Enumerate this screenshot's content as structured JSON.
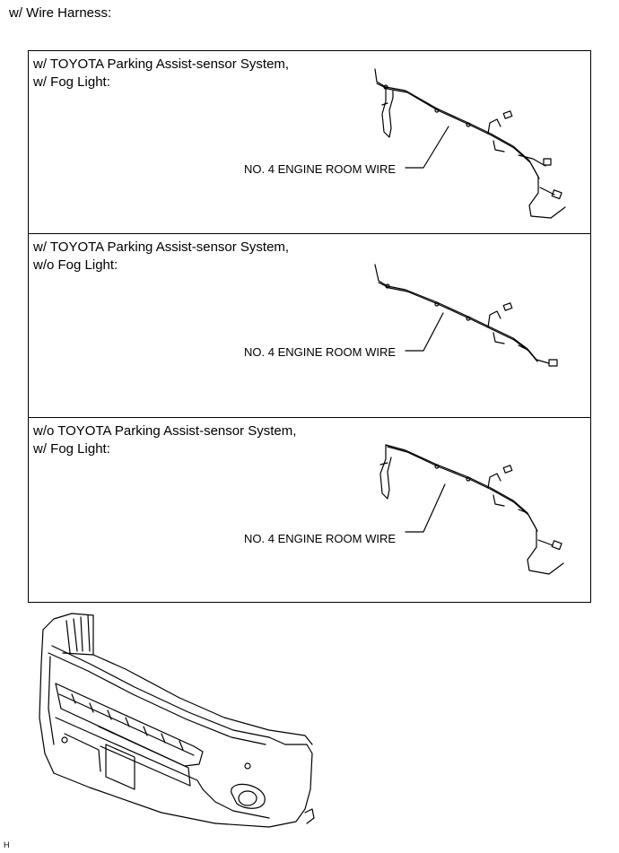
{
  "heading": "w/ Wire Harness:",
  "panels": [
    {
      "line1": "w/ TOYOTA Parking Assist-sensor System,",
      "line2": "w/ Fog Light:",
      "wire_label": "NO. 4 ENGINE ROOM WIRE"
    },
    {
      "line1": "w/ TOYOTA Parking Assist-sensor System,",
      "line2": "w/o Fog Light:",
      "wire_label": "NO. 4 ENGINE ROOM WIRE"
    },
    {
      "line1": "w/o TOYOTA Parking Assist-sensor System,",
      "line2": "w/ Fog Light:",
      "wire_label": "NO. 4 ENGINE ROOM WIRE"
    }
  ],
  "footer": "H",
  "icons": [
    "wire-harness-illustration",
    "front-bumper-illustration"
  ]
}
